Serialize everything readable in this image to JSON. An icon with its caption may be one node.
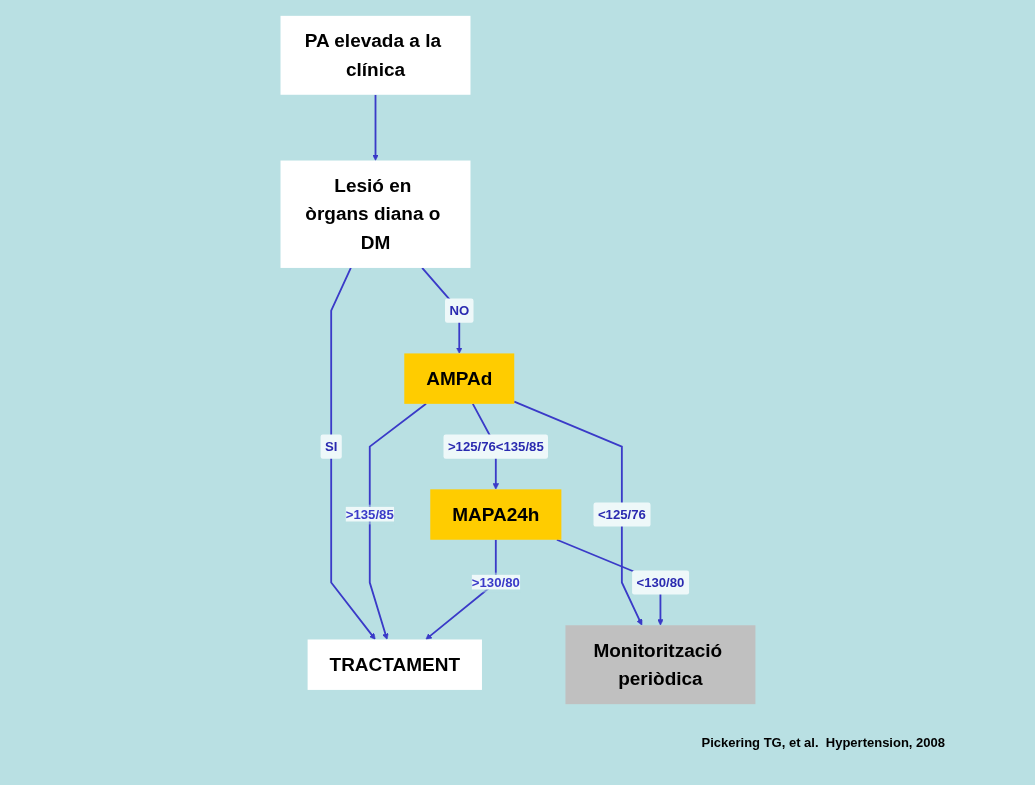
{
  "diagram": {
    "nodes": [
      {
        "text": [
          "PA elevada a la clínica"
        ]
      },
      {
        "text": [
          "Lesió en òrgans diana o DM"
        ]
      },
      {
        "text": [
          "TRACTAMENT"
        ]
      },
      {
        "text": [
          "AMPAd"
        ]
      },
      {
        "text": [
          "Monitorització periòdica"
        ]
      },
      {
        "text": [
          "MAPA24h"
        ]
      }
    ],
    "edges": [
      {
        "from": 0,
        "to": 1,
        "arrow": "to"
      },
      {
        "from": 1,
        "to": 2,
        "arrow": "to",
        "label": "SI"
      },
      {
        "from": 1,
        "to": 3,
        "arrow": "to",
        "label": "NO"
      },
      {
        "from": 3,
        "to": 4,
        "arrow": "to",
        "label": "<125/76"
      },
      {
        "from": 3,
        "to": 2,
        "arrow": "to",
        "label": ">135/85"
      },
      {
        "from": 3,
        "to": 5,
        "arrow": "to",
        "label": ">125/76<135/85"
      },
      {
        "from": 5,
        "to": 4,
        "arrow": "to",
        "label": "<130/80"
      },
      {
        "from": 5,
        "to": 2,
        "arrow": "to",
        "label": ">130/80"
      }
    ],
    "labels": [
      "Pickering TG, et al.  Hypertension, 2008"
    ]
  }
}
